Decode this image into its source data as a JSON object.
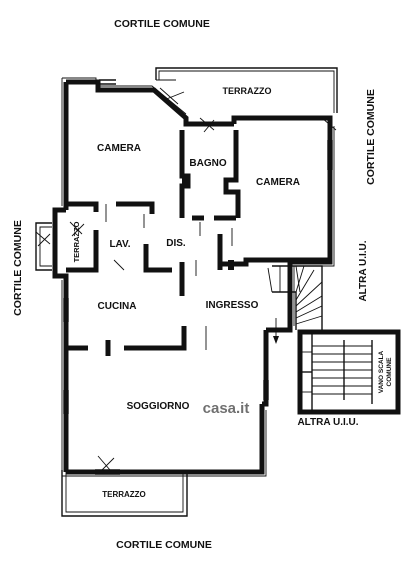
{
  "plan": {
    "surroundings": {
      "top": "CORTILE COMUNE",
      "bottom": "CORTILE COMUNE",
      "left": "CORTILE COMUNE",
      "right": "CORTILE COMUNE"
    },
    "neighbors": {
      "right_vertical": "ALTRA U.I.U.",
      "bottom_right": "ALTRA U.I.U."
    },
    "stair_label": [
      "VANO SCALA",
      "COMUNE"
    ],
    "rooms": {
      "terrazzo_top": "TERRAZZO",
      "camera_left": "CAMERA",
      "bagno": "BAGNO",
      "camera_right": "CAMERA",
      "terrazzo_left": "TERRAZZO",
      "lav": "LAV.",
      "dis": "DIS.",
      "cucina": "CUCINA",
      "ingresso": "INGRESSO",
      "soggiorno": "SOGGIORNO",
      "terrazzo_bottom": "TERRAZZO"
    },
    "watermark": "casa.it"
  }
}
